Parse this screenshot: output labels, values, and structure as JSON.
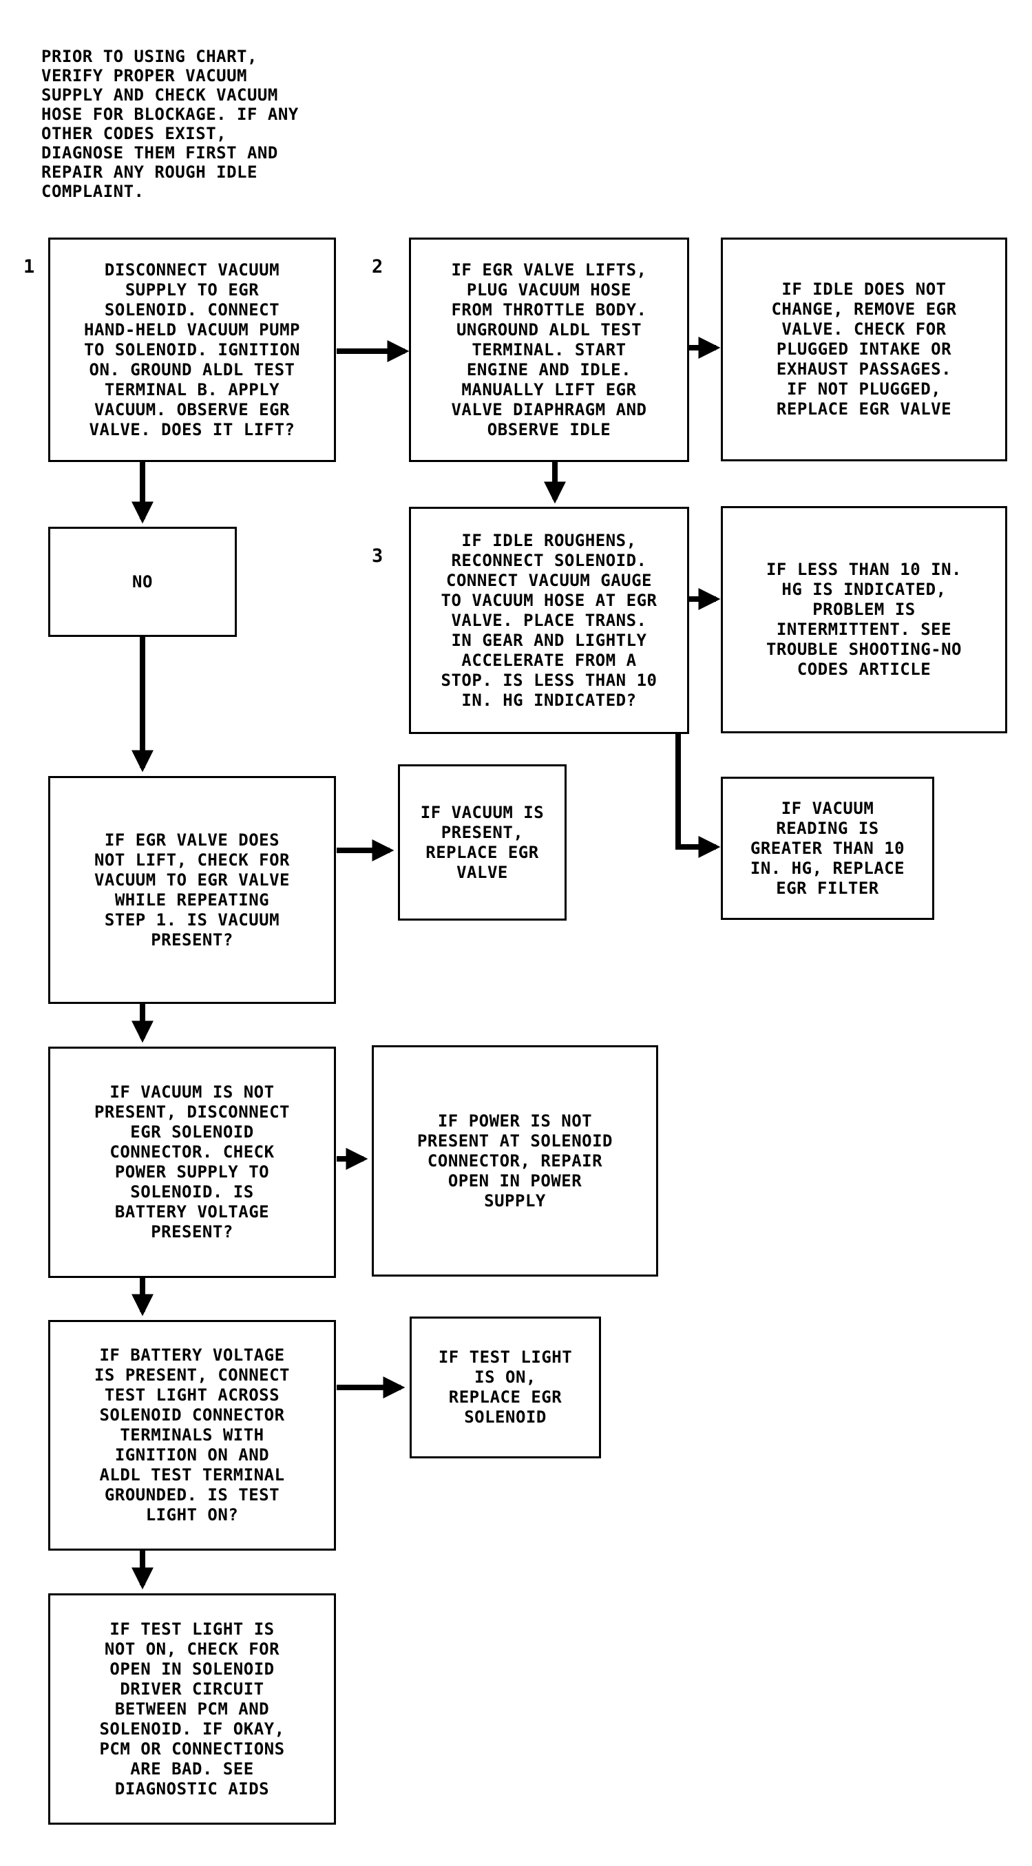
{
  "note": "PRIOR TO USING CHART,\nVERIFY PROPER VACUUM\nSUPPLY AND CHECK VACUUM\nHOSE FOR BLOCKAGE. IF ANY\nOTHER CODES EXIST,\nDIAGNOSE THEM FIRST AND\nREPAIR ANY ROUGH IDLE\nCOMPLAINT.",
  "steps": {
    "s1": "1",
    "s2": "2",
    "s3": "3"
  },
  "boxes": {
    "b1": "DISCONNECT VACUUM\nSUPPLY TO EGR\nSOLENOID. CONNECT\nHAND-HELD VACUUM PUMP\nTO SOLENOID. IGNITION\nON. GROUND ALDL TEST\nTERMINAL B. APPLY\nVACUUM. OBSERVE EGR\nVALVE. DOES IT LIFT?",
    "b2": "IF EGR VALVE LIFTS,\nPLUG VACUUM HOSE\nFROM THROTTLE BODY.\nUNGROUND ALDL TEST\nTERMINAL. START\nENGINE AND IDLE.\nMANUALLY LIFT EGR\nVALVE DIAPHRAGM AND\nOBSERVE IDLE",
    "b3": "IF IDLE DOES NOT\nCHANGE, REMOVE EGR\nVALVE. CHECK FOR\nPLUGGED INTAKE OR\nEXHAUST PASSAGES.\nIF NOT PLUGGED,\nREPLACE EGR VALVE",
    "no": "NO",
    "b4": "IF IDLE ROUGHENS,\nRECONNECT SOLENOID.\nCONNECT VACUUM GAUGE\nTO VACUUM HOSE AT EGR\nVALVE. PLACE TRANS.\nIN GEAR AND LIGHTLY\nACCELERATE FROM A\nSTOP. IS LESS THAN 10\nIN. HG INDICATED?",
    "b5": "IF LESS THAN 10 IN.\nHG IS INDICATED,\nPROBLEM IS\nINTERMITTENT. SEE\nTROUBLE SHOOTING-NO\nCODES ARTICLE",
    "b6": "IF VACUUM\nREADING IS\nGREATER THAN 10\nIN. HG, REPLACE\nEGR FILTER",
    "b7": "IF EGR VALVE DOES\nNOT LIFT, CHECK FOR\nVACUUM TO EGR VALVE\nWHILE REPEATING\nSTEP 1. IS VACUUM\nPRESENT?",
    "b8": "IF VACUUM IS\nPRESENT,\nREPLACE EGR\nVALVE",
    "b9": "IF VACUUM IS NOT\nPRESENT, DISCONNECT\nEGR SOLENOID\nCONNECTOR. CHECK\nPOWER SUPPLY TO\nSOLENOID. IS\nBATTERY VOLTAGE\nPRESENT?",
    "b10": "IF POWER IS NOT\nPRESENT AT SOLENOID\nCONNECTOR, REPAIR\nOPEN IN POWER\nSUPPLY",
    "b11": "IF BATTERY VOLTAGE\nIS PRESENT, CONNECT\nTEST LIGHT ACROSS\nSOLENOID CONNECTOR\nTERMINALS WITH\nIGNITION ON AND\nALDL TEST TERMINAL\nGROUNDED. IS TEST\nLIGHT ON?",
    "b12": "IF TEST LIGHT\nIS ON,\nREPLACE EGR\nSOLENOID",
    "b13": "IF TEST LIGHT IS\nNOT ON, CHECK FOR\nOPEN IN SOLENOID\nDRIVER CIRCUIT\nBETWEEN PCM AND\nSOLENOID. IF OKAY,\nPCM OR CONNECTIONS\nARE BAD. SEE\nDIAGNOSTIC AIDS"
  }
}
